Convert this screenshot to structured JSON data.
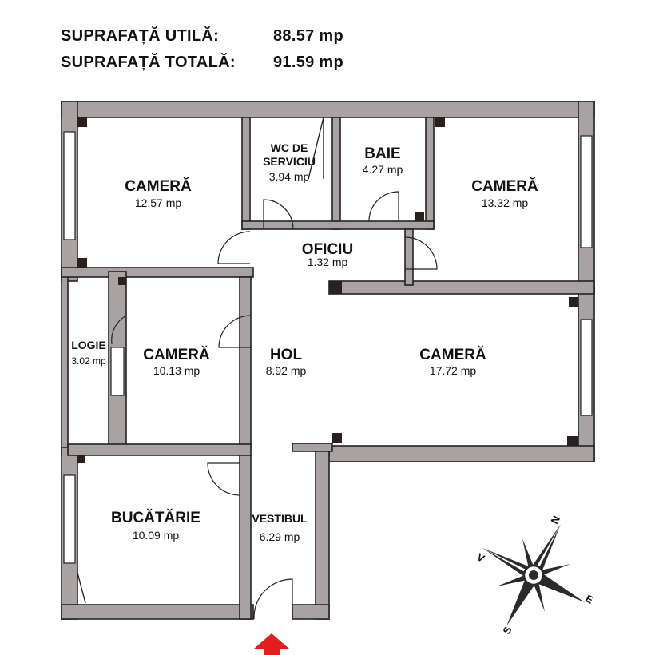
{
  "summary": {
    "usable_label": "SUPRAFAȚĂ UTILĂ:",
    "usable_value": "88.57 mp",
    "total_label": "SUPRAFAȚĂ TOTALĂ:",
    "total_value": "91.59 mp"
  },
  "rooms": {
    "camera_nw": {
      "name": "CAMERĂ",
      "area": "12.57 mp"
    },
    "wc": {
      "name_line1": "WC DE",
      "name_line2": "SERVICIU",
      "area": "3.94 mp"
    },
    "baie": {
      "name": "BAIE",
      "area": "4.27 mp"
    },
    "camera_ne": {
      "name": "CAMERĂ",
      "area": "13.32 mp"
    },
    "oficiu": {
      "name": "OFICIU",
      "area": "1.32 mp"
    },
    "logie": {
      "name": "LOGIE",
      "area": "3.02 mp"
    },
    "camera_mid": {
      "name": "CAMERĂ",
      "area": "10.13 mp"
    },
    "hol": {
      "name": "HOL",
      "area": "8.92 mp"
    },
    "camera_e": {
      "name": "CAMERĂ",
      "area": "17.72 mp"
    },
    "bucatarie": {
      "name": "BUCĂTĂRIE",
      "area": "10.09 mp"
    },
    "vestibul": {
      "name": "VESTIBUL",
      "area": "6.29 mp"
    }
  },
  "compass": {
    "n": "N",
    "s": "S",
    "e": "E",
    "v": "V"
  },
  "colors": {
    "wall_fill": "#a8a2a2",
    "wall_stroke": "#222222",
    "pillar": "#2a2020",
    "entrance_arrow": "#e41e1e",
    "compass_dark": "#2b2b2b",
    "compass_light": "#ffffff"
  },
  "icons": [
    "entrance-arrow-icon",
    "compass-rose-icon"
  ]
}
